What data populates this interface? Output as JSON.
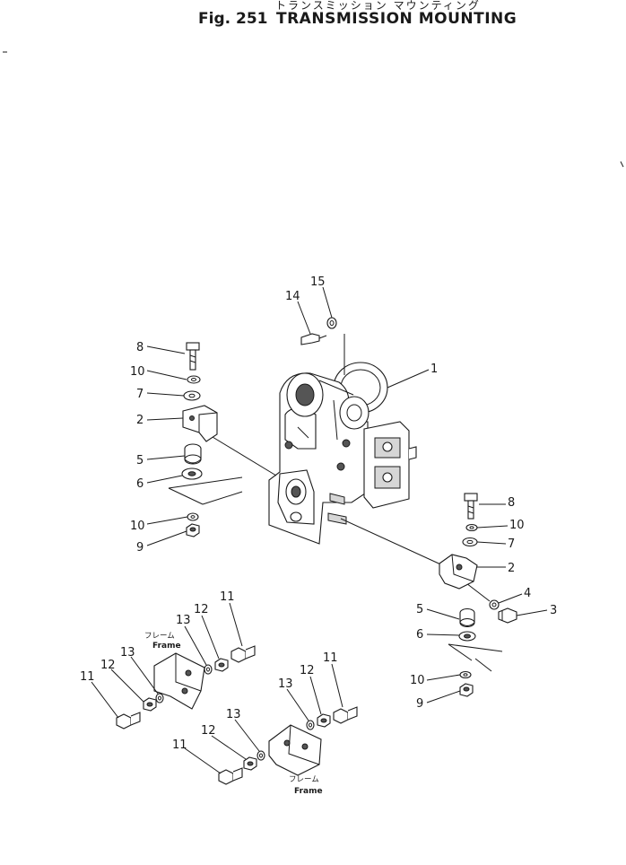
{
  "header": {
    "japanese_title": "トランスミッション マウンティング",
    "fig_label": "Fig. 251",
    "title": "TRANSMISSION MOUNTING"
  },
  "callouts": [
    {
      "id": "c15",
      "text": "15"
    },
    {
      "id": "c14",
      "text": "14"
    },
    {
      "id": "c1",
      "text": "1"
    },
    {
      "id": "c8a",
      "text": "8"
    },
    {
      "id": "c10a",
      "text": "10"
    },
    {
      "id": "c7a",
      "text": "7"
    },
    {
      "id": "c2a",
      "text": "2"
    },
    {
      "id": "c5a",
      "text": "5"
    },
    {
      "id": "c6a",
      "text": "6"
    },
    {
      "id": "c10b",
      "text": "10"
    },
    {
      "id": "c9a",
      "text": "9"
    },
    {
      "id": "c8b",
      "text": "8"
    },
    {
      "id": "c10c",
      "text": "10"
    },
    {
      "id": "c7b",
      "text": "7"
    },
    {
      "id": "c2b",
      "text": "2"
    },
    {
      "id": "c4",
      "text": "4"
    },
    {
      "id": "c3",
      "text": "3"
    },
    {
      "id": "c5b",
      "text": "5"
    },
    {
      "id": "c6b",
      "text": "6"
    },
    {
      "id": "c10d",
      "text": "10"
    },
    {
      "id": "c9b",
      "text": "9"
    },
    {
      "id": "c11a",
      "text": "11"
    },
    {
      "id": "c12a",
      "text": "12"
    },
    {
      "id": "c13a",
      "text": "13"
    },
    {
      "id": "c11b",
      "text": "11"
    },
    {
      "id": "c12b",
      "text": "12"
    },
    {
      "id": "c13b",
      "text": "13"
    },
    {
      "id": "c11c",
      "text": "11"
    },
    {
      "id": "c12c",
      "text": "12"
    },
    {
      "id": "c13c",
      "text": "13"
    },
    {
      "id": "c13d",
      "text": "13"
    },
    {
      "id": "c12d",
      "text": "12"
    },
    {
      "id": "c11d",
      "text": "11"
    }
  ],
  "frame_labels": {
    "upper": {
      "jp": "フレーム",
      "en": "Frame"
    },
    "lower": {
      "jp": "フレーム",
      "en": "Frame"
    }
  }
}
